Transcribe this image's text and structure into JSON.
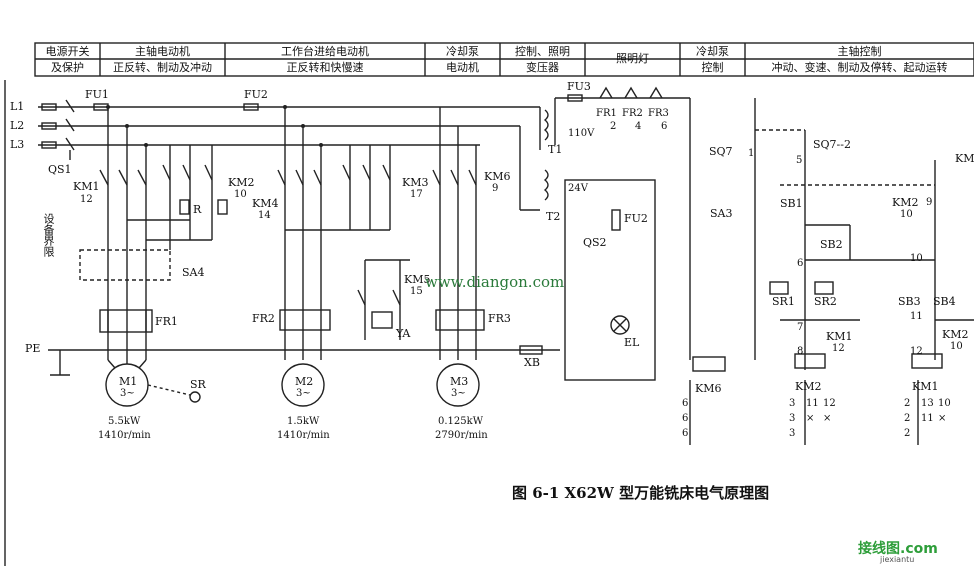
{
  "header": {
    "cells": [
      {
        "id": "power",
        "lines": [
          "电源开关",
          "及保护"
        ]
      },
      {
        "id": "spindle",
        "lines": [
          "主轴电动机",
          "正反转、制动及冲动"
        ]
      },
      {
        "id": "feed",
        "lines": [
          "工作台进给电动机",
          "正反转和快慢速"
        ]
      },
      {
        "id": "coolant",
        "lines": [
          "冷却泵",
          "电动机"
        ]
      },
      {
        "id": "transformer",
        "lines": [
          "控制、照明",
          "变压器"
        ]
      },
      {
        "id": "lamp",
        "lines": [
          "照明灯"
        ]
      },
      {
        "id": "coolant_ctrl",
        "lines": [
          "冷却泵",
          "控制"
        ]
      },
      {
        "id": "spindle_ctrl",
        "lines": [
          "主轴控制",
          "冲动、变速、制动及停转、起动运转"
        ]
      }
    ]
  },
  "labels": {
    "L1": "L1",
    "L2": "L2",
    "L3": "L3",
    "FU1": "FU1",
    "FU2": "FU2",
    "FU3": "FU3",
    "QS1": "QS1",
    "KM1": "KM1",
    "KM1n": "12",
    "KM2": "KM2",
    "KM2n": "10",
    "R": "R",
    "KM4": "KM4",
    "KM4n": "14",
    "KM3": "KM3",
    "KM3n": "17",
    "KM6": "KM6",
    "KM6n": "9",
    "KM5": "KM5",
    "KM5n": "15",
    "SA4": "SA4",
    "FR1": "FR1",
    "FR2": "FR2",
    "FR3": "FR3",
    "YA": "YA",
    "PE": "PE",
    "XB": "XB",
    "SR": "SR",
    "M1": "M1",
    "M2": "M2",
    "M3": "M3",
    "phase": "3~",
    "M1p": "5.5kW",
    "M1s": "1410r/min",
    "M2p": "1.5kW",
    "M2s": "1410r/min",
    "M3p": "0.125kW",
    "M3s": "2790r/min",
    "T1": "T1",
    "T2": "T2",
    "V110": "110V",
    "V24": "24V",
    "FU2b": "FU2",
    "QS2": "QS2",
    "EL": "EL",
    "FRa": "FR1",
    "FRb": "FR2",
    "FRc": "FR3",
    "n2": "2",
    "n4": "4",
    "n6": "6",
    "SQ7": "SQ7",
    "SQ72": "SQ7--2",
    "SA3": "SA3",
    "SB1": "SB1",
    "SB2": "SB2",
    "SR1": "SR1",
    "SR2": "SR2",
    "SB3": "SB3",
    "SB4": "SB4",
    "n1": "1",
    "n5": "5",
    "n6b": "6",
    "n7": "7",
    "n8": "8",
    "n9": "9",
    "n10": "10",
    "n10b": "10",
    "n11": "11",
    "n12": "12",
    "cKM1": "KM1",
    "cKM1n": "12",
    "cKM2": "KM2",
    "cKM2n": "10",
    "cKM2r": "KM2",
    "cKM2rn": "10",
    "coilKM6": "KM6",
    "coilKM2": "KM2",
    "coilKM1": "KM1",
    "KMedge": "KM",
    "side": "设备界限"
  },
  "contact_table": {
    "km6": [
      "6",
      "6",
      "6"
    ],
    "km2": [
      [
        "3",
        "11",
        "12"
      ],
      [
        "3",
        "×",
        "×"
      ],
      [
        "3",
        "",
        ""
      ]
    ],
    "km1": [
      [
        "2",
        "13",
        "10"
      ],
      [
        "2",
        "11",
        "×"
      ],
      [
        "2",
        "",
        ""
      ]
    ]
  },
  "caption": "图 6-1   X62W 型万能铣床电气原理图",
  "watermark": "www.diangon.com",
  "logo": "接线图.com",
  "logo_sub": "jiexiantu"
}
